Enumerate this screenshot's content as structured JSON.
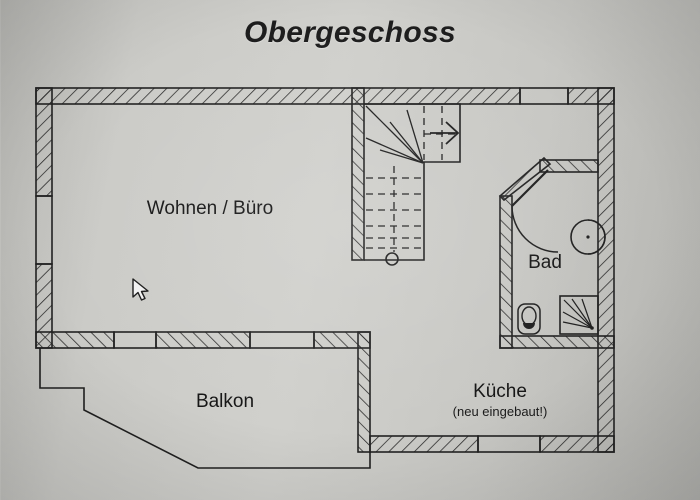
{
  "title": "Obergeschoss",
  "rooms": {
    "living": {
      "label": "Wohnen / Büro"
    },
    "bath": {
      "label": "Bad"
    },
    "balcony": {
      "label": "Balkon"
    },
    "kitchen": {
      "label": "Küche",
      "note": "(neu eingebaut!)"
    }
  },
  "colors": {
    "ink": "#1d1d1d",
    "wall": "#222222",
    "background": "#cfcfcb"
  }
}
